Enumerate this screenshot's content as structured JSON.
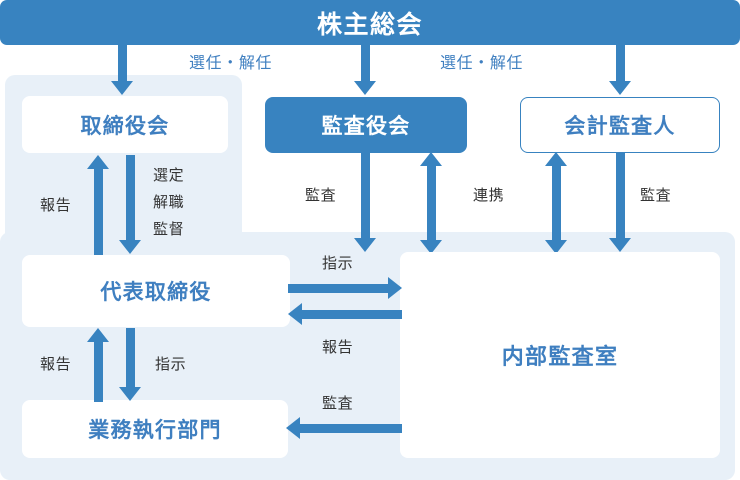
{
  "diagram": {
    "title": "株主総会",
    "nodes": {
      "shareholders_meeting": "株主総会",
      "board_of_directors": "取締役会",
      "audit_supervisory_board": "監査役会",
      "accounting_auditor": "会計監査人",
      "representative_director": "代表取締役",
      "business_execution": "業務執行部門",
      "internal_audit_office": "内部監査室"
    },
    "edge_labels": {
      "appoint_dismiss_left": "選任・解任",
      "appoint_dismiss_right": "選任・解任",
      "report_board": "報告",
      "select_dismiss_supervise_1": "選定",
      "select_dismiss_supervise_2": "解職",
      "select_dismiss_supervise_3": "監督",
      "audit_from_asb": "監査",
      "cooperation": "連携",
      "audit_from_accounting": "監査",
      "instruct_to_internal_audit": "指示",
      "report_from_internal_audit": "報告",
      "report_to_director": "報告",
      "instruct_to_business": "指示",
      "audit_to_business": "監査"
    },
    "colors": {
      "accent": "#3883c0",
      "panel": "#e8f0f8",
      "text_blue": "#3f7fc0",
      "text_dark": "#333333",
      "box_white": "#ffffff"
    }
  }
}
